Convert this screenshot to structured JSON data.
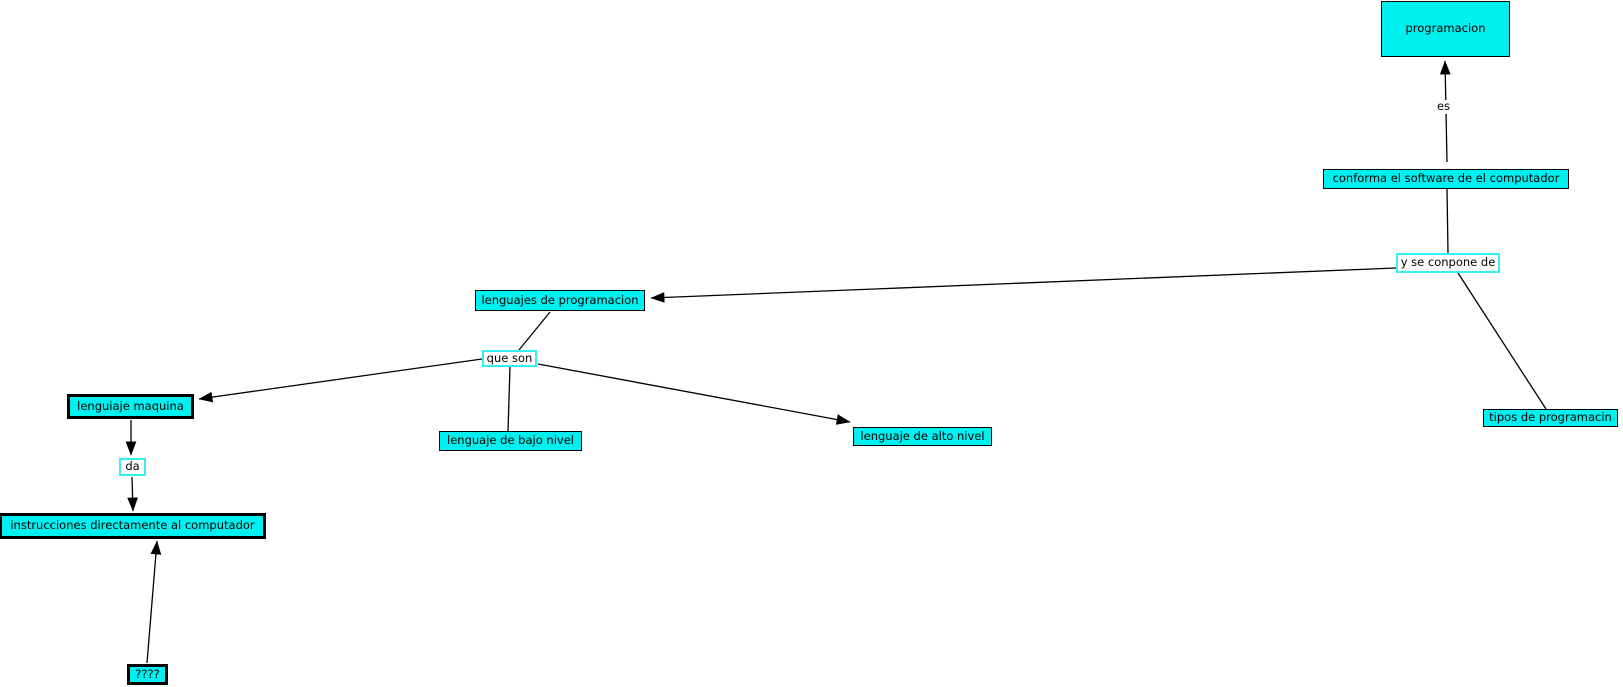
{
  "diagram": {
    "type": "concept-map",
    "language": "es",
    "nodes": {
      "programacion": {
        "label": "programacion",
        "style": "cyan-box"
      },
      "conforma": {
        "label": "conforma el software de el computador",
        "style": "cyan-box"
      },
      "y_se_conpone": {
        "label": "y se conpone de",
        "style": "white-box-cyan-border"
      },
      "lenguajes_prog": {
        "label": "lenguajes de programacion",
        "style": "cyan-box"
      },
      "que_son": {
        "label": "que son",
        "style": "white-box-cyan-border"
      },
      "lenguiaje_maquina": {
        "label": "lenguiaje maquina",
        "style": "cyan-box-thick-border"
      },
      "bajo_nivel": {
        "label": "lenguaje de bajo nivel",
        "style": "cyan-box"
      },
      "alto_nivel": {
        "label": "lenguaje de alto nivel",
        "style": "cyan-box"
      },
      "tipos": {
        "label": "tipos de programacin",
        "style": "cyan-box"
      },
      "da": {
        "label": "da",
        "style": "white-box-cyan-border"
      },
      "instrucciones": {
        "label": "instrucciones directamente al computador",
        "style": "cyan-box-thick-border"
      },
      "unknown": {
        "label": "????",
        "style": "cyan-box-thick-border"
      }
    },
    "edge_labels": {
      "es": "es"
    },
    "edges": [
      {
        "from": "conforma el software de el computador",
        "to": "programacion",
        "label": "es",
        "arrowhead": true
      },
      {
        "from": "y se conpone de",
        "to": "conforma el software de el computador",
        "arrowhead": false
      },
      {
        "from": "y se conpone de",
        "to": "lenguajes de programacion",
        "arrowhead": true
      },
      {
        "from": "y se conpone de",
        "to": "tipos de programacin",
        "arrowhead": false
      },
      {
        "from": "lenguajes de programacion",
        "to": "que son",
        "arrowhead": false
      },
      {
        "from": "que son",
        "to": "lenguiaje maquina",
        "arrowhead": true
      },
      {
        "from": "que son",
        "to": "lenguaje de bajo nivel",
        "arrowhead": false
      },
      {
        "from": "que son",
        "to": "lenguaje de alto nivel",
        "arrowhead": true
      },
      {
        "from": "lenguiaje maquina",
        "to": "da",
        "arrowhead": true
      },
      {
        "from": "da",
        "to": "instrucciones directamente al computador",
        "arrowhead": true
      },
      {
        "from": "????",
        "to": "instrucciones directamente al computador",
        "arrowhead": true
      }
    ]
  },
  "colors": {
    "node_fill": "#00efef",
    "cyan_border": "#35f0f0",
    "line": "#000000",
    "text": "#000000",
    "background": "#ffffff"
  }
}
